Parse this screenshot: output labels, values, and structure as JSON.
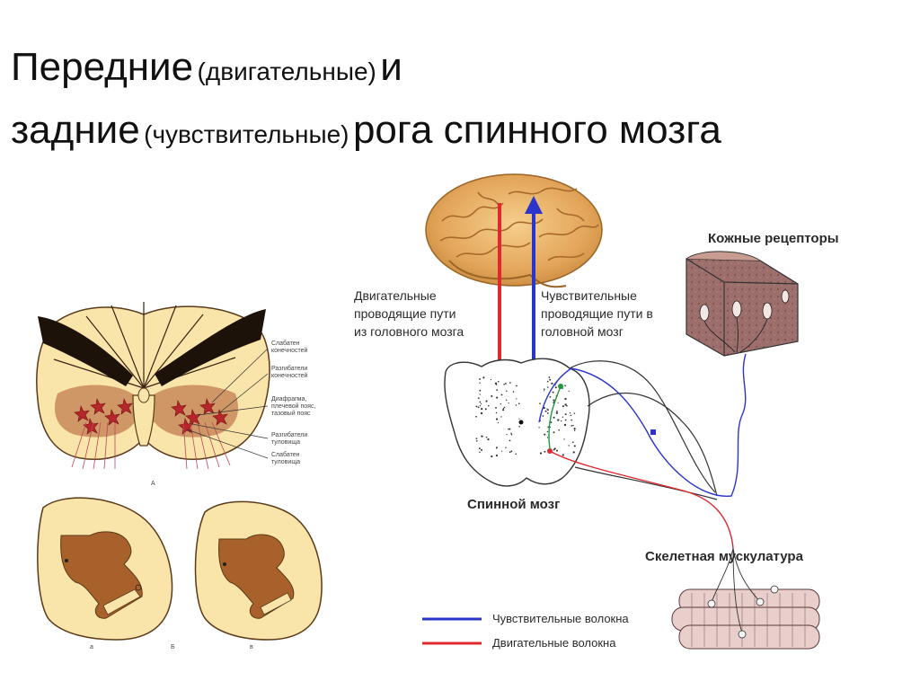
{
  "title": {
    "line1": {
      "word": "Передние",
      "paren": "(двигательные)",
      "tail": "и"
    },
    "line2": {
      "word": "задние",
      "paren": "(чувствительные)",
      "tail": "рога спинного мозга"
    }
  },
  "left_figure": {
    "callouts": [
      "Слабатен\nконечностей",
      "Разгибатели\nконечностей",
      "Диафрагма,\nплечевой пояс,\nтазовый пояс",
      "Разгибатели\nтуловища",
      "Слабатен\nтуловища"
    ],
    "letter_a": "А",
    "letter_b": "Б",
    "letter_c": "а",
    "letter_d": "в"
  },
  "right_figure": {
    "motor_paths": "Двигательные\nпроводящие пути\nиз головного мозга",
    "sensory_paths": "Чувствительные\nпроводящие пути в\nголовной мозг",
    "skin_receptors": "Кожные рецепторы",
    "spinal_cord": "Спинной мозг",
    "skeletal_muscles": "Скелетная мускулатура",
    "legend": [
      {
        "label": "Чувствительные волокна",
        "color": "#2b35c9"
      },
      {
        "label": "Двигательные волокна",
        "color": "#e0282e"
      }
    ]
  },
  "colors": {
    "motor": "#e0282e",
    "sensory": "#2b35c9",
    "grey_matter": "#b56b2e",
    "white_matter": "#f9e4a9"
  }
}
